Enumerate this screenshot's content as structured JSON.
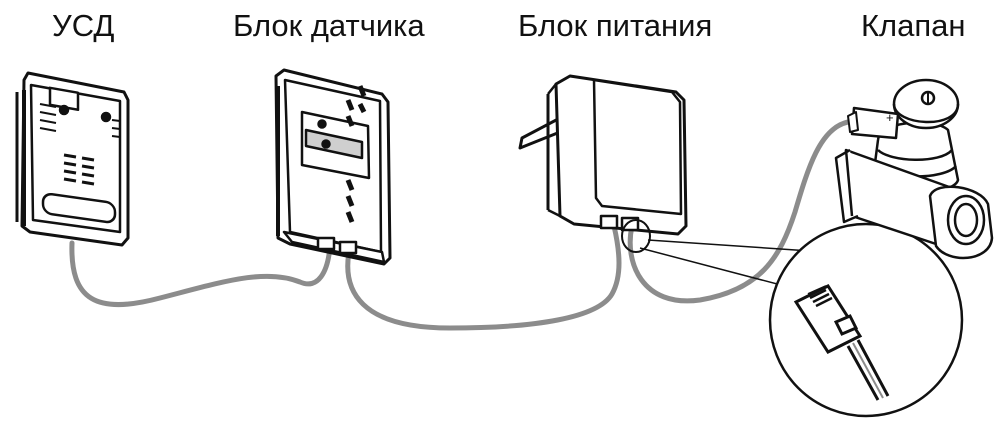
{
  "labels": {
    "usd": "УСД",
    "sensor_block": "Блок датчика",
    "power_block": "Блок питания",
    "valve": "Клапан"
  },
  "valve_terminal_plus": "+",
  "colors": {
    "cable": "#8c8c8c",
    "outline": "#111111",
    "background": "#ffffff"
  }
}
